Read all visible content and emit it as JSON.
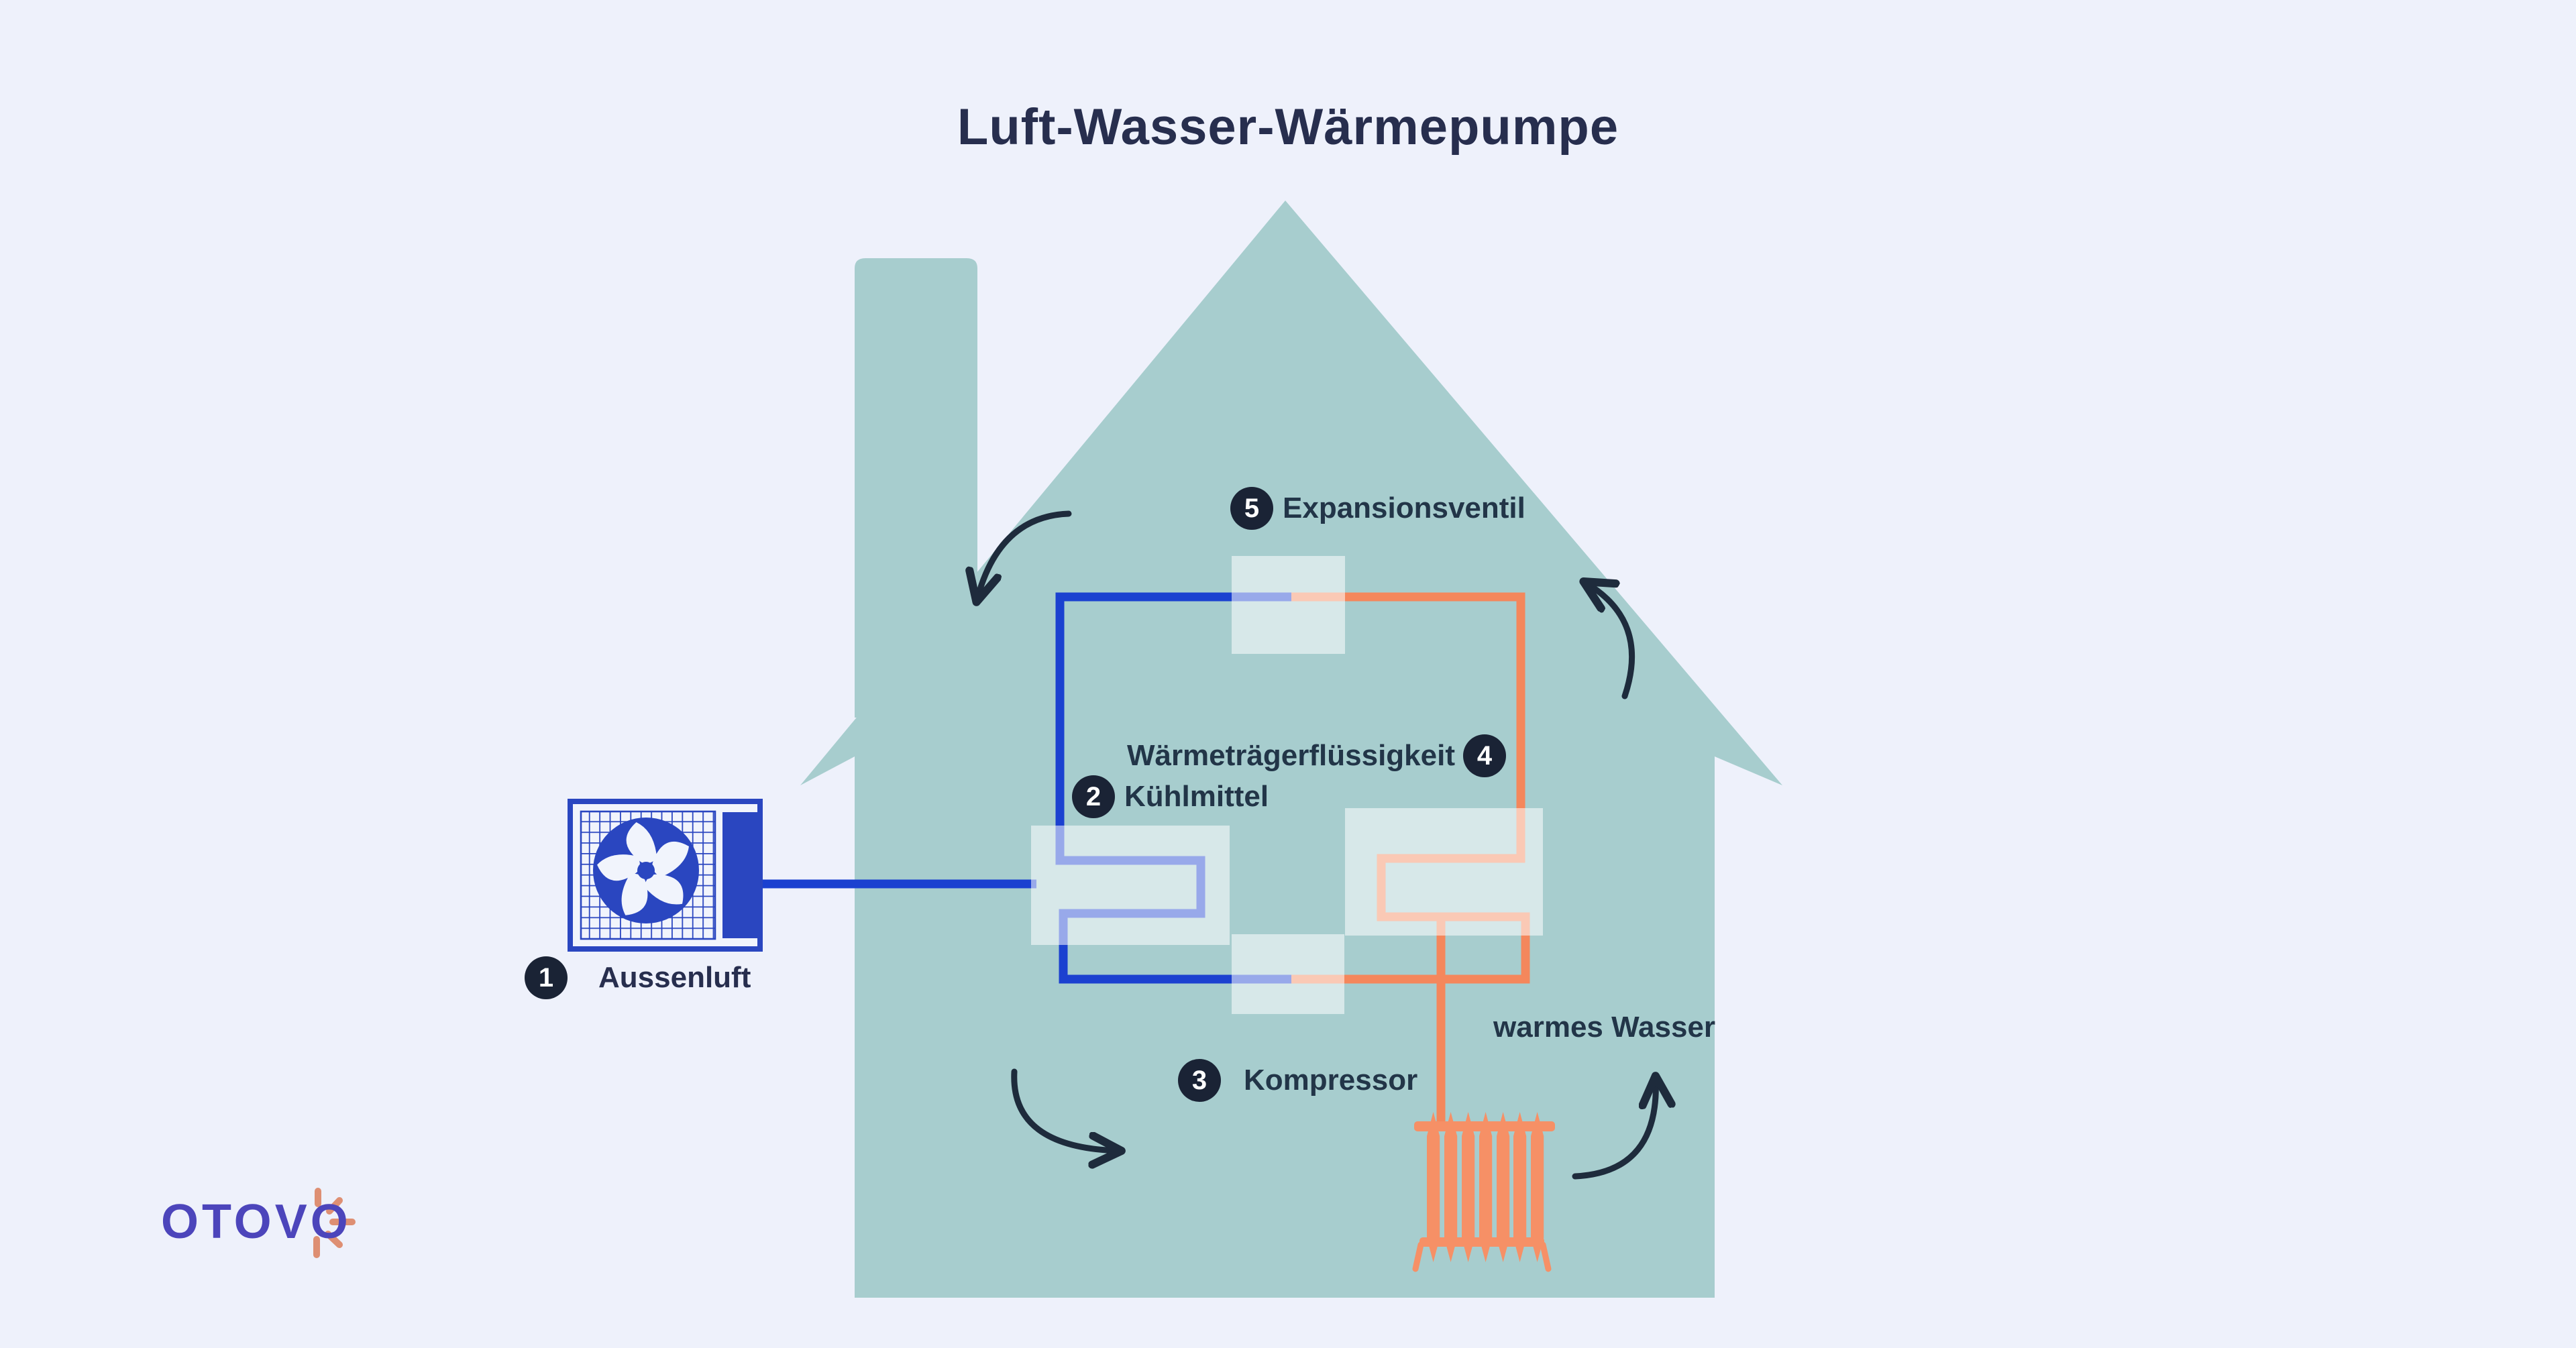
{
  "title": "Luft-Wasser-Wärmepumpe",
  "steps": [
    {
      "num": "1",
      "label": "Aussenluft"
    },
    {
      "num": "2",
      "label": "Kühlmittel"
    },
    {
      "num": "3",
      "label": "Kompressor"
    },
    {
      "num": "4",
      "label": "Wärmeträgerflüssigkeit"
    },
    {
      "num": "5",
      "label": "Expansionsventil"
    }
  ],
  "annotations": {
    "warm_water": "warmes Wasser"
  },
  "logo": {
    "brand": "OTOVO"
  },
  "colors": {
    "bg": "#eef1fb",
    "house": "#a7cdce",
    "pipe-blue": "#1b41d0",
    "pipe-orange": "#f4875c",
    "radiator": "#f69066",
    "navy": "#272e4e",
    "label": "#223548",
    "badge": "#1a2335",
    "arrow": "#1e2b3c",
    "fan-blue": "#2a46c0",
    "logo-purple": "#4c45bb",
    "logo-salmon": "#de8f73"
  }
}
